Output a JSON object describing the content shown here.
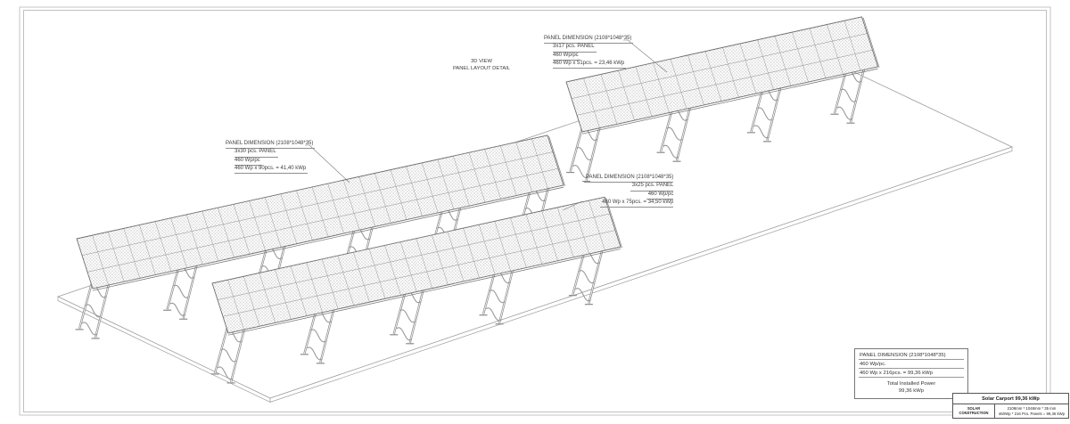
{
  "drawing": {
    "view_title": {
      "line1": "3D VIEW",
      "line2": "PANEL LAYOUT DETAIL"
    }
  },
  "annotations": {
    "note_a": {
      "lines": [
        "PANEL DIMENSION (2108*1048*35)",
        "3x17 pcs. PANEL",
        "460 Wp/pc",
        "460 Wp x 51pcs. = 23,46 kWp"
      ]
    },
    "note_b": {
      "lines": [
        "PANEL DIMENSION (2108*1048*35)",
        "3x30 pcs. PANEL",
        "460 Wp/pc",
        "460 Wp x 90pcs. = 41,40 kWp"
      ]
    },
    "note_c": {
      "lines": [
        "PANEL DIMENSION (2108*1048*35)",
        "3x25 pcs. PANEL",
        "460 Wp/pc",
        "460 Wp x 75pcs. = 34,50 kWp"
      ]
    }
  },
  "summary_box": {
    "line1": "PANEL DIMENSION (2108*1048*35)",
    "line2": "460 Wp/pc.",
    "line3": "460 Wp x 216pcs. = 99,36 kWp",
    "line4": "Total Installed Power",
    "line5": "99,36 kWp"
  },
  "title_block": {
    "title": "Solar Carport 99,36 kWp",
    "company": "SOLAR CONSTRUCTION",
    "panel_size": "2108mm * 1048mm * 35 mm",
    "power_calc": "460Wp * 216 Pcs. Panels = 99,36 kWp"
  },
  "colors": {
    "line": "#8f8f8f",
    "outline": "#6f6f6f",
    "hatch": "#c2c2c2",
    "frame_outer": "#c6c6c6",
    "frame_inner": "#b0b0b0",
    "leader": "#777777",
    "text": "#3c3c3c"
  }
}
